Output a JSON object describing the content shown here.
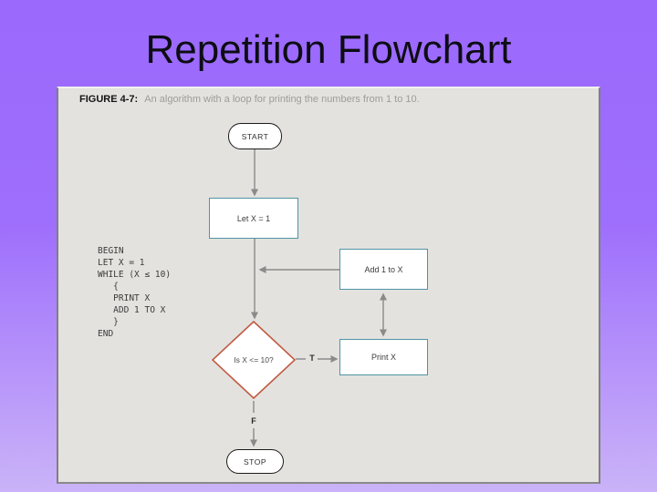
{
  "slide": {
    "title": "Repetition Flowchart"
  },
  "figure": {
    "caption_label": "FIGURE 4-7:",
    "caption_text": "An algorithm with a loop for printing the numbers from 1 to 10.",
    "code_lines": [
      "BEGIN",
      "LET X = 1",
      "WHILE (X ≤ 10)",
      "   {",
      "   PRINT X",
      "   ADD 1 TO X",
      "   }",
      "END"
    ],
    "nodes": {
      "start": "START",
      "let_x": "Let X = 1",
      "add_x": "Add 1 to X",
      "decision": "Is X <= 10?",
      "print_x": "Print X",
      "stop": "STOP"
    },
    "branch_labels": {
      "true": "T",
      "false": "F"
    },
    "colors": {
      "background_top": "#9b69fc",
      "background_bottom": "#cab3f8",
      "panel_background": "#e3e2df",
      "process_border": "#4e95a5",
      "decision_border": "#c05a42",
      "terminator_border": "#1b1b1b",
      "arrow": "#8a8a8a",
      "title_text": "#0d0d14",
      "caption_muted": "#9d9c99"
    }
  }
}
